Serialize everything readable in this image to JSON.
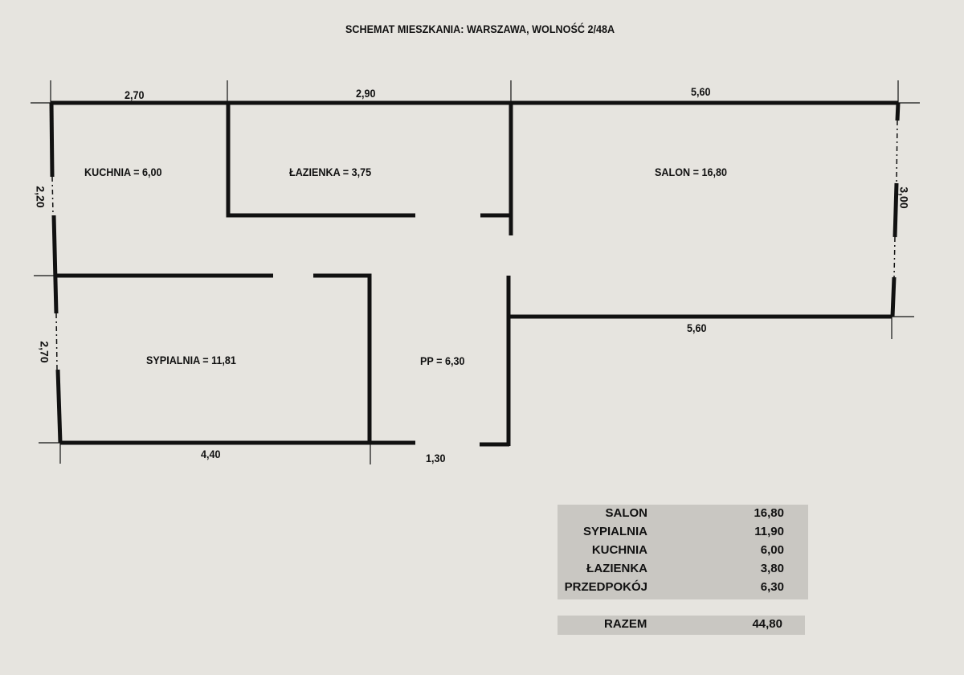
{
  "title": "SCHEMAT MIESZKANIA: WARSZAWA, WOLNOŚĆ 2/48A",
  "rooms": {
    "kuchnia": "KUCHNIA = 6,00",
    "lazienka": "ŁAZIENKA = 3,75",
    "salon": "SALON = 16,80",
    "sypialnia": "SYPIALNIA = 11,81",
    "pp": "PP = 6,30"
  },
  "dimensions": {
    "top_kuchnia": "2,70",
    "top_lazienka": "2,90",
    "top_salon": "5,60",
    "left_kuchnia": "2,20",
    "left_sypialnia": "2,70",
    "right_salon": "3,00",
    "bottom_salon": "5,60",
    "bottom_sypialnia": "4,40",
    "bottom_pp": "1,30"
  },
  "summary": {
    "rows": [
      {
        "name": "SALON",
        "value": "16,80"
      },
      {
        "name": "SYPIALNIA",
        "value": "11,90"
      },
      {
        "name": "KUCHNIA",
        "value": "6,00"
      },
      {
        "name": "ŁAZIENKA",
        "value": "3,80"
      },
      {
        "name": "PRZEDPOKÓJ",
        "value": "6,30"
      }
    ],
    "total_label": "RAZEM",
    "total_value": "44,80"
  }
}
